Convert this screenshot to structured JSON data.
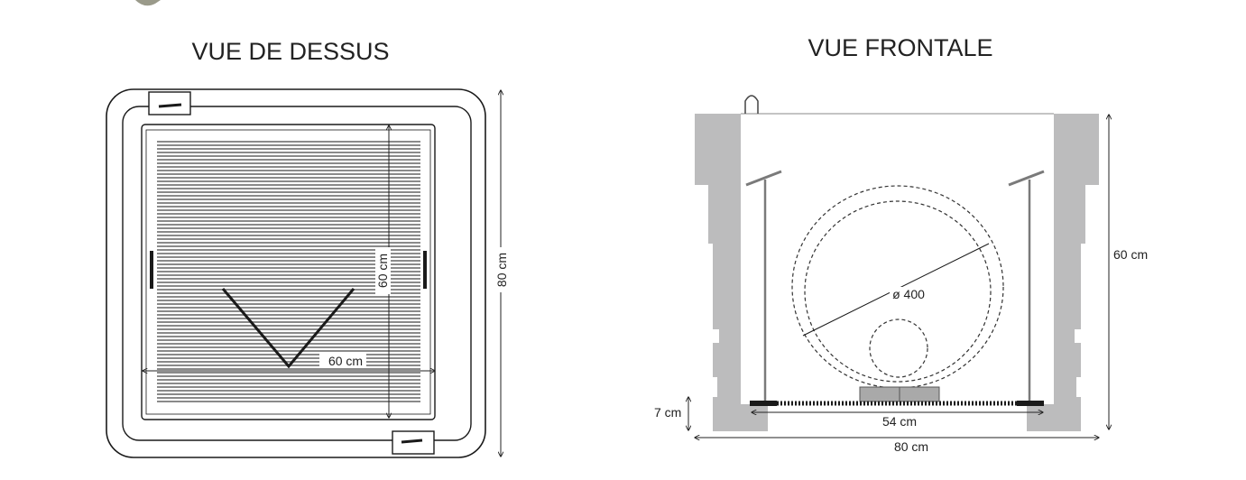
{
  "top_view": {
    "title": "VUE DE DESSUS",
    "dim_width": "60 cm",
    "dim_height_inner": "60 cm",
    "dim_height_outer": "80 cm"
  },
  "front_view": {
    "title": "VUE FRONTALE",
    "dim_diameter": "ø 400",
    "dim_height": "60 cm",
    "dim_base": "7 cm",
    "dim_inner_width": "54 cm",
    "dim_outer_width": "80 cm"
  },
  "colors": {
    "line": "#1a1a1a",
    "concrete": "#bcbcbd",
    "rod": "#7a7a7a",
    "grating": "#8a8a8a"
  }
}
